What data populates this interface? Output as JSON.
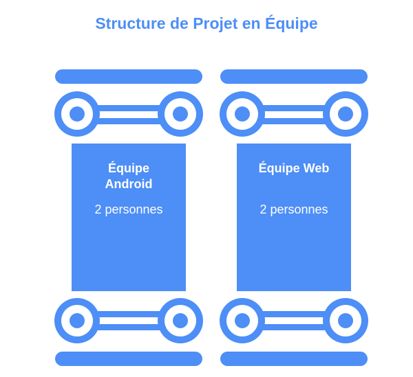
{
  "diagram": {
    "title": "Structure de Projet en Équipe",
    "accent_color": "#4d8ef7",
    "text_color": "#ffffff",
    "pillars": [
      {
        "name": "Équipe\nAndroid",
        "count": "2 personnes"
      },
      {
        "name": "Équipe Web",
        "count": "2 personnes"
      }
    ]
  }
}
